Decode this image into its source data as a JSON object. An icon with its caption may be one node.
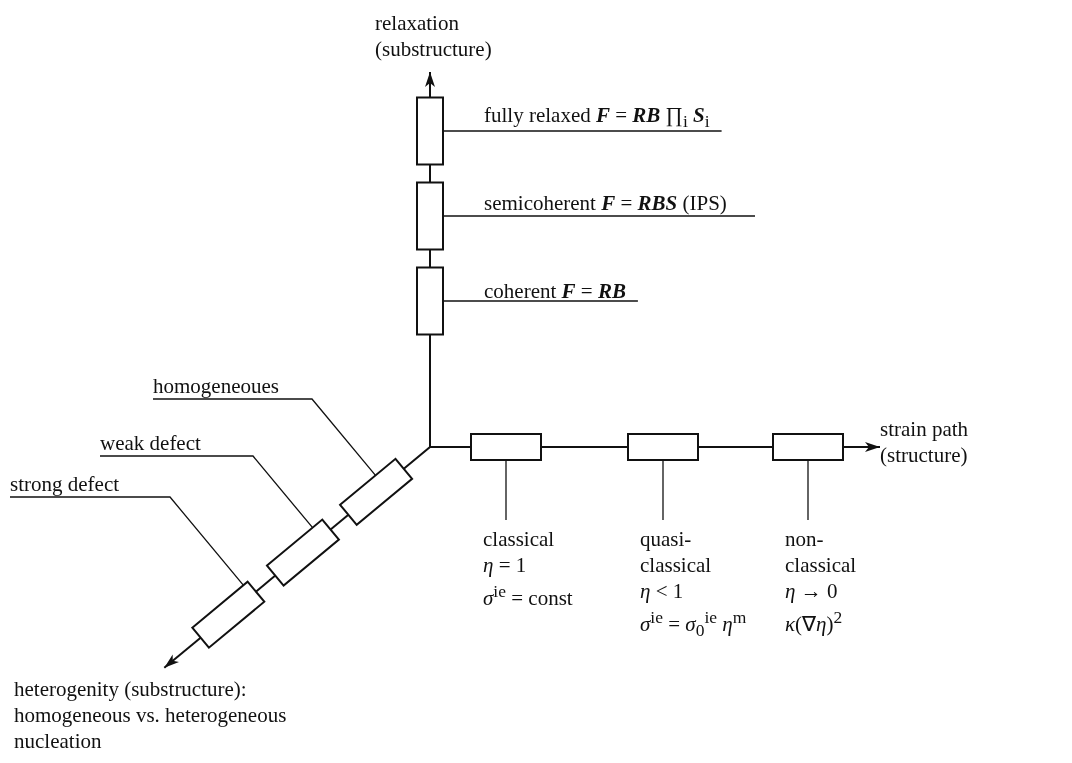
{
  "diagram": {
    "nodes": [
      {
        "text": [
          "relaxation (substructure)"
        ]
      },
      {
        "text": [
          "fully relaxed **F** = **RB** ∏$_{i}$ **S**$_{i}$"
        ]
      },
      {
        "text": [],
        "shape": "box"
      },
      {
        "text": [
          "semicoherent **F** = **RBS** (IPS)"
        ]
      },
      {
        "text": [],
        "shape": "box"
      },
      {
        "text": [
          "coherent **F** = **RB**"
        ]
      },
      {
        "text": [],
        "shape": "box"
      },
      {
        "text": [
          "homogeneoues"
        ]
      },
      {
        "text": [
          "weak defect"
        ]
      },
      {
        "text": [],
        "shape": "box"
      },
      {
        "text": [],
        "shape": "box"
      },
      {
        "text": [],
        "shape": "box"
      },
      {
        "text": [],
        "shape": "box"
      },
      {
        "text": [
          "strain path (structure)"
        ]
      },
      {
        "text": [],
        "shape": "box"
      },
      {
        "text": [
          "strong defect"
        ]
      },
      {
        "text": [],
        "shape": "box"
      },
      {
        "text": [
          "classical",
          "*η* = 1",
          "*σ*$^{ie}$ = const"
        ]
      },
      {
        "text": [
          "quasi-classical",
          "*η* < 1",
          "*σ*$^{ie}$ = *σ*$_{0}$$^{ie}$ *η*$^{m}$"
        ]
      },
      {
        "text": [
          "non-classical",
          "*η* → 0",
          "*κ*(∇*η*)$^{2}$"
        ]
      },
      {
        "text": [
          "heterogenity (substructure): homogeneous vs. heterogeneous nucleation"
        ]
      }
    ],
    "edges": [
      {
        "from": 6,
        "to": 10,
        "arrow": "none"
      },
      {
        "from": 6,
        "to": 9,
        "arrow": "none"
      },
      {
        "from": 6,
        "to": 4,
        "arrow": "none"
      },
      {
        "from": 4,
        "to": 2,
        "arrow": "none"
      },
      {
        "from": 2,
        "to": 0,
        "arrow": "to"
      },
      {
        "from": 10,
        "to": 11,
        "arrow": "none"
      },
      {
        "from": 11,
        "to": 12,
        "arrow": "none"
      },
      {
        "from": 12,
        "to": 13,
        "arrow": "to"
      },
      {
        "from": 9,
        "to": 14,
        "arrow": "none"
      },
      {
        "from": 14,
        "to": 16,
        "arrow": "none"
      },
      {
        "from": 16,
        "to": 20,
        "arrow": "to"
      },
      {
        "from": 1,
        "to": 2,
        "arrow": "none"
      },
      {
        "from": 3,
        "to": 4,
        "arrow": "none"
      },
      {
        "from": 5,
        "to": 6,
        "arrow": "none"
      },
      {
        "from": 7,
        "to": 9,
        "arrow": "none"
      },
      {
        "from": 8,
        "to": 14,
        "arrow": "none"
      },
      {
        "from": 15,
        "to": 16,
        "arrow": "none"
      },
      {
        "from": 17,
        "to": 10,
        "arrow": "none"
      },
      {
        "from": 18,
        "to": 11,
        "arrow": "none"
      },
      {
        "from": 19,
        "to": 12,
        "arrow": "none"
      }
    ]
  }
}
